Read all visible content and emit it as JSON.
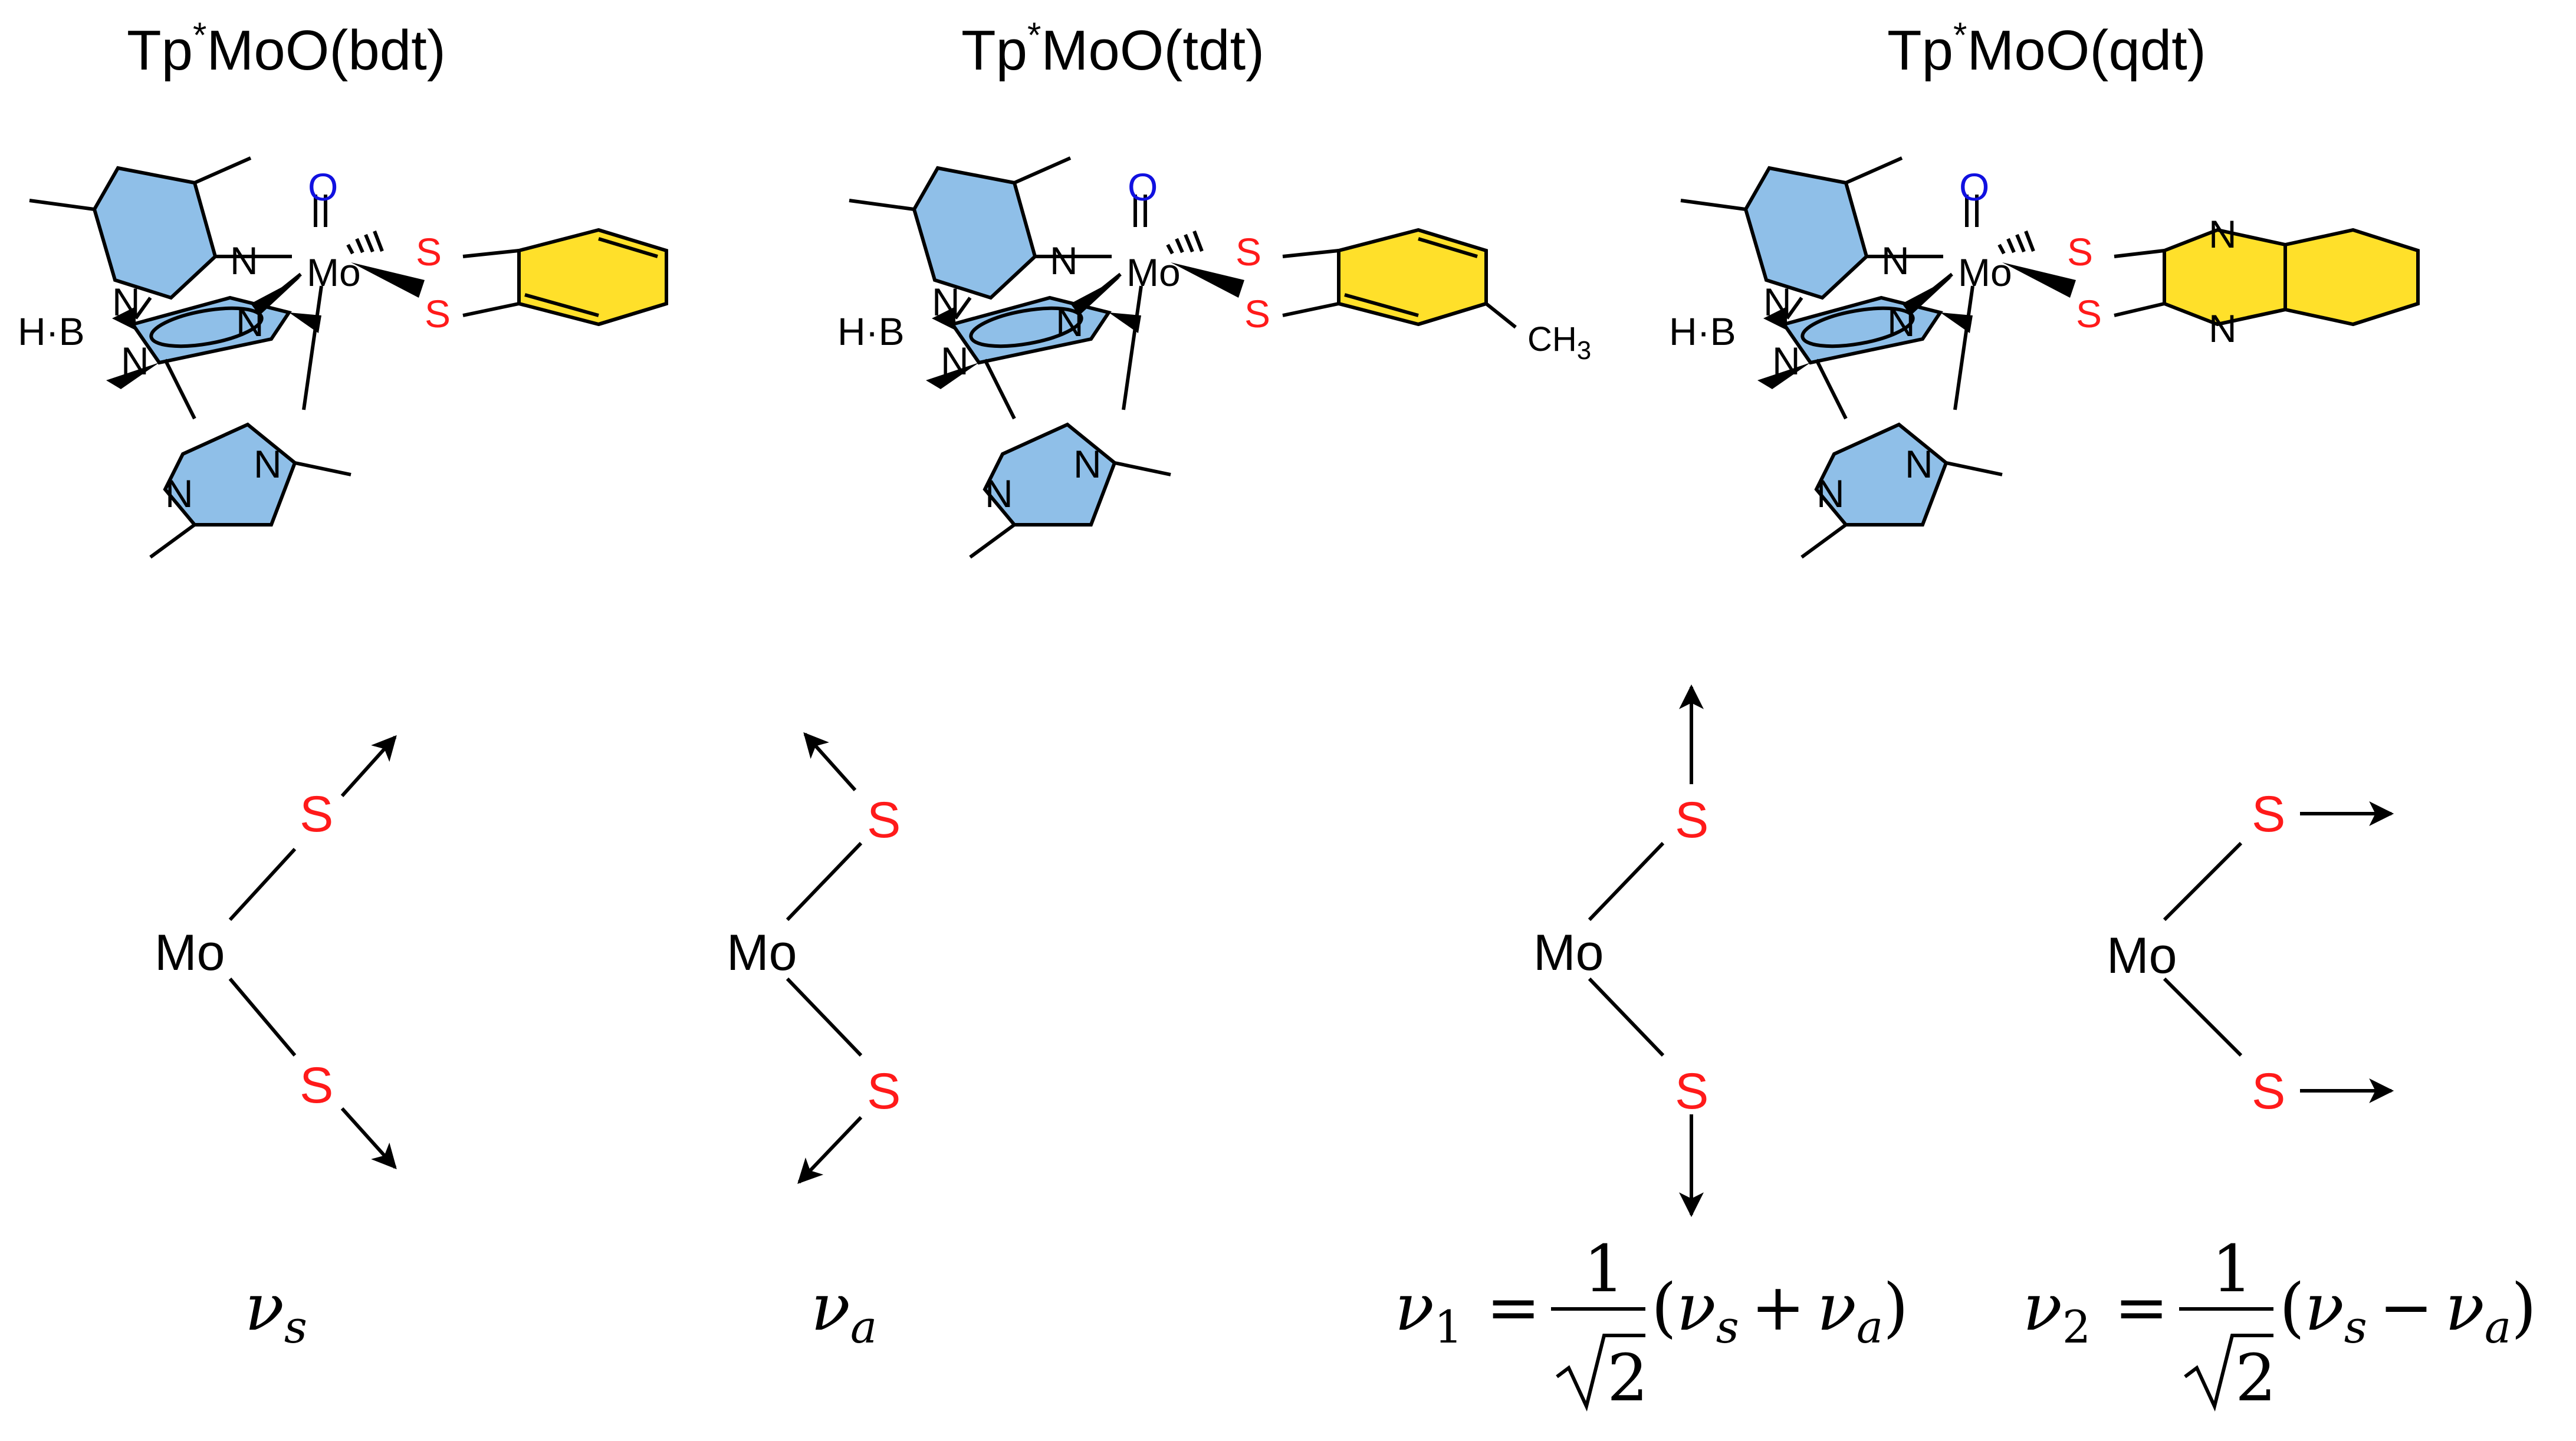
{
  "colors": {
    "sulfur": "#ff1a1a",
    "oxygen": "#1010e0",
    "pyrazole_fill": "#8fbfe8",
    "aromatic_fill": "#ffe02a",
    "bond": "#000000"
  },
  "complexes": [
    {
      "title_main": "Tp",
      "title_star": "*",
      "title_rest": "MoO(bdt)",
      "ligand": "bdt"
    },
    {
      "title_main": "Tp",
      "title_star": "*",
      "title_rest": "MoO(tdt)",
      "ligand": "tdt"
    },
    {
      "title_main": "Tp",
      "title_star": "*",
      "title_rest": "MoO(qdt)",
      "ligand": "qdt"
    }
  ],
  "atoms": {
    "mo": "Mo",
    "o": "O",
    "s": "S",
    "n": "N",
    "hb_h": "H",
    "hb_b": "B",
    "ch3": "CH",
    "ch3_sub": "3"
  },
  "modes": [
    {
      "symbol": "ν",
      "subscript": "s",
      "mo": "Mo",
      "s_top": "S",
      "s_bottom": "S",
      "arrows": "outward-diagonal"
    },
    {
      "symbol": "ν",
      "subscript": "a",
      "mo": "Mo",
      "s_top": "S",
      "s_bottom": "S",
      "arrows": "antisymmetric-diagonal"
    },
    {
      "symbol": "ν",
      "subscript": "1",
      "mo": "Mo",
      "s_top": "S",
      "s_bottom": "S",
      "arrows": "vertical-outward"
    },
    {
      "symbol": "ν",
      "subscript": "2",
      "mo": "Mo",
      "s_top": "S",
      "s_bottom": "S",
      "arrows": "horizontal-right"
    }
  ],
  "equations": {
    "v1": {
      "lhs": "ν",
      "lhs_sub": "1",
      "eq": "=",
      "num": "1",
      "den": "2",
      "paren_open": "(",
      "a": "ν",
      "a_sub": "s",
      "op": "+",
      "b": "ν",
      "b_sub": "a",
      "paren_close": ")"
    },
    "v2": {
      "lhs": "ν",
      "lhs_sub": "2",
      "eq": "=",
      "num": "1",
      "den": "2",
      "paren_open": "(",
      "a": "ν",
      "a_sub": "s",
      "op": "−",
      "b": "ν",
      "b_sub": "a",
      "paren_close": ")"
    }
  }
}
